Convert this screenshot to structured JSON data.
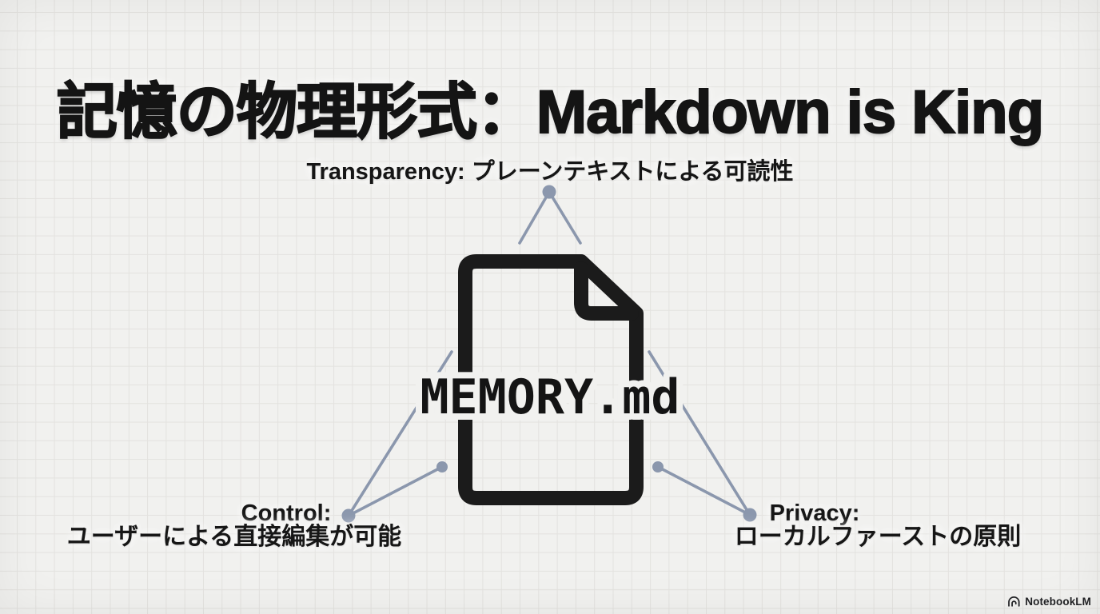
{
  "slide": {
    "title": "記憶の物理形式：Markdown is King",
    "center_file": {
      "name": "MEMORY.md",
      "icon": "file-document-folded-corner"
    },
    "callouts": {
      "transparency": {
        "text": "Transparency: プレーンテキストによる可読性"
      },
      "control": {
        "title": "Control:",
        "description": "ユーザーによる直接編集が可能"
      },
      "privacy": {
        "title": "Privacy:",
        "description": "ローカルファーストの原則"
      }
    },
    "watermark": {
      "brand": "NotebookLM"
    },
    "colors": {
      "background": "#f1f1ef",
      "grid_line": "#e3e2df",
      "ink": "#1a1a1a",
      "connector": "#8b97ad"
    }
  }
}
